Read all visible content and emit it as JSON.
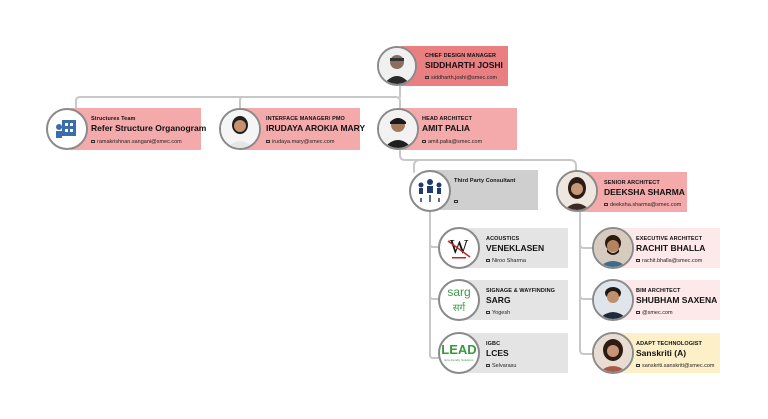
{
  "nodes": {
    "ceo": {
      "role": "CHIEF DESIGN MANAGER",
      "name": "SIDDHARTH JOSHI",
      "email": "siddharth.joshi@smec.com"
    },
    "structures": {
      "role": "Structures Team",
      "name": "Refer Structure Organogram",
      "email": "ramakrishnan.sangani@smec.com"
    },
    "interface": {
      "role": "INTERFACE MANAGER/ PMO",
      "name": "IRUDAYA AROKIA MARY",
      "email": "irudaya.mary@smec.com"
    },
    "head_architect": {
      "role": "HEAD ARCHITECT",
      "name": "AMIT PALIA",
      "email": "amit.palia@smec.com"
    },
    "third_party": {
      "role": "Third Party Consultant",
      "name": "",
      "email": ""
    },
    "senior_architect": {
      "role": "SENIOR ARCHITECT",
      "name": "DEEKSHA SHARMA",
      "email": "deeksha.sharma@smec.com"
    },
    "acoustics": {
      "role": "ACOUSTICS",
      "name": "VENEKLASEN",
      "email": "Niroo Sharma",
      "logo": "W"
    },
    "signage": {
      "role": "SIGNAGE & WAYFINDING",
      "name": "SARG",
      "email": "Yogesh",
      "logo_top": "sarg",
      "logo_bottom": "सर्ग"
    },
    "igbc": {
      "role": "IGBC",
      "name": "LCES",
      "email": "Selvarasu",
      "logo": "LEAD",
      "logo_sub": "Eco-friendly Solutions"
    },
    "exec_architect": {
      "role": "EXECUTIVE ARCHITECT",
      "name": "RACHIT BHALLA",
      "email": "rachit.bhalla@smec.com"
    },
    "bim_architect": {
      "role": "BIM ARCHITECT",
      "name": "SHUBHAM SAXENA",
      "email": "@smec.com"
    },
    "adapt": {
      "role": "ADAPT TECHNOLOGIST",
      "name": "Sanskriti (A)",
      "email": "sanskriti.sanskriti@smec.com"
    }
  },
  "colors": {
    "ceo": "#ea7f82",
    "red": "#f4a9ab",
    "grey": "#cfcfcf",
    "lightgrey": "#e4e4e4",
    "pink": "#fbe3e3",
    "cream": "#fdf0c9",
    "connector": "#c8c8c8"
  },
  "icons": {
    "structures": "building-team-icon",
    "third_party": "people-network-icon",
    "email": "mail-icon"
  }
}
